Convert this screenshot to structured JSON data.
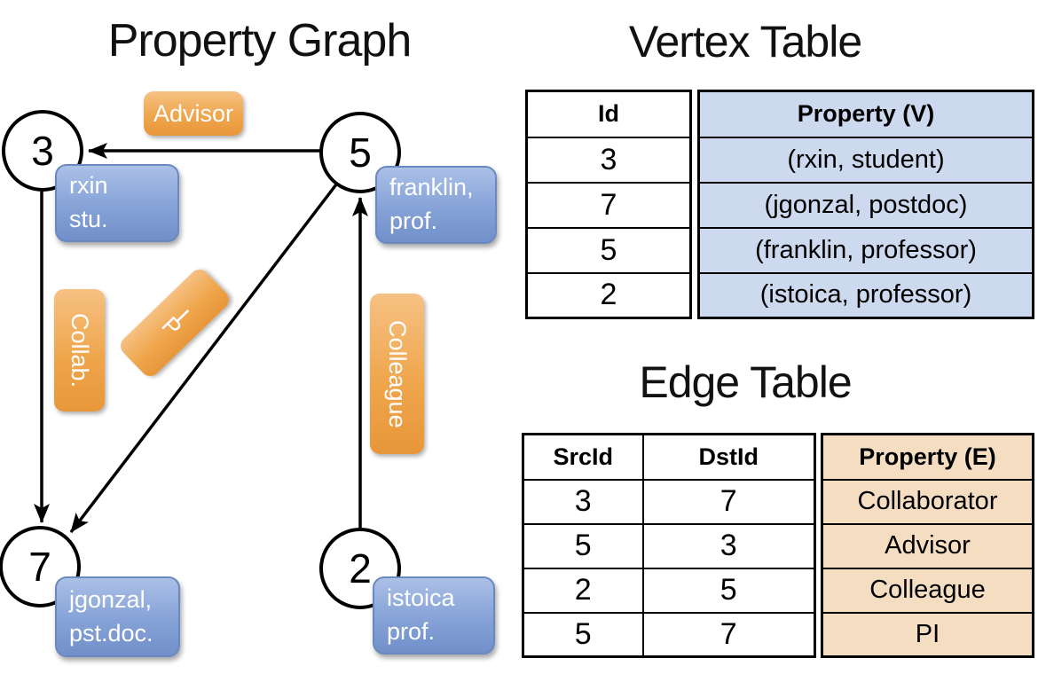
{
  "graph": {
    "title": "Property Graph",
    "nodes": [
      {
        "id": "3",
        "label_lines": [
          "rxin",
          "stu."
        ]
      },
      {
        "id": "5",
        "label_lines": [
          "franklin,",
          "prof."
        ]
      },
      {
        "id": "7",
        "label_lines": [
          "jgonzal,",
          "pst.doc."
        ]
      },
      {
        "id": "2",
        "label_lines": [
          "istoica",
          "prof."
        ]
      }
    ],
    "edge_labels": {
      "advisor": "Advisor",
      "collab": "Collab.",
      "colleague": "Colleague",
      "pi_chars": [
        "P",
        "I"
      ]
    }
  },
  "vertex_table": {
    "title": "Vertex Table",
    "columns": {
      "id": "Id",
      "property": "Property (V)"
    },
    "rows": [
      {
        "id": "3",
        "property": "(rxin, student)"
      },
      {
        "id": "7",
        "property": "(jgonzal, postdoc)"
      },
      {
        "id": "5",
        "property": "(franklin, professor)"
      },
      {
        "id": "2",
        "property": "(istoica, professor)"
      }
    ]
  },
  "edge_table": {
    "title": "Edge Table",
    "columns": {
      "src": "SrcId",
      "dst": "DstId",
      "property": "Property (E)"
    },
    "rows": [
      {
        "src": "3",
        "dst": "7",
        "property": "Collaborator"
      },
      {
        "src": "5",
        "dst": "3",
        "property": "Advisor"
      },
      {
        "src": "2",
        "dst": "5",
        "property": "Colleague"
      },
      {
        "src": "5",
        "dst": "7",
        "property": "PI"
      }
    ]
  },
  "colors": {
    "edge_label_orange": "#efa64d",
    "vertex_box_blue": "#88a4d8",
    "vertex_table_fill": "#cdd9ef",
    "edge_table_fill": "#f5ddc2",
    "line_black": "#000000"
  }
}
